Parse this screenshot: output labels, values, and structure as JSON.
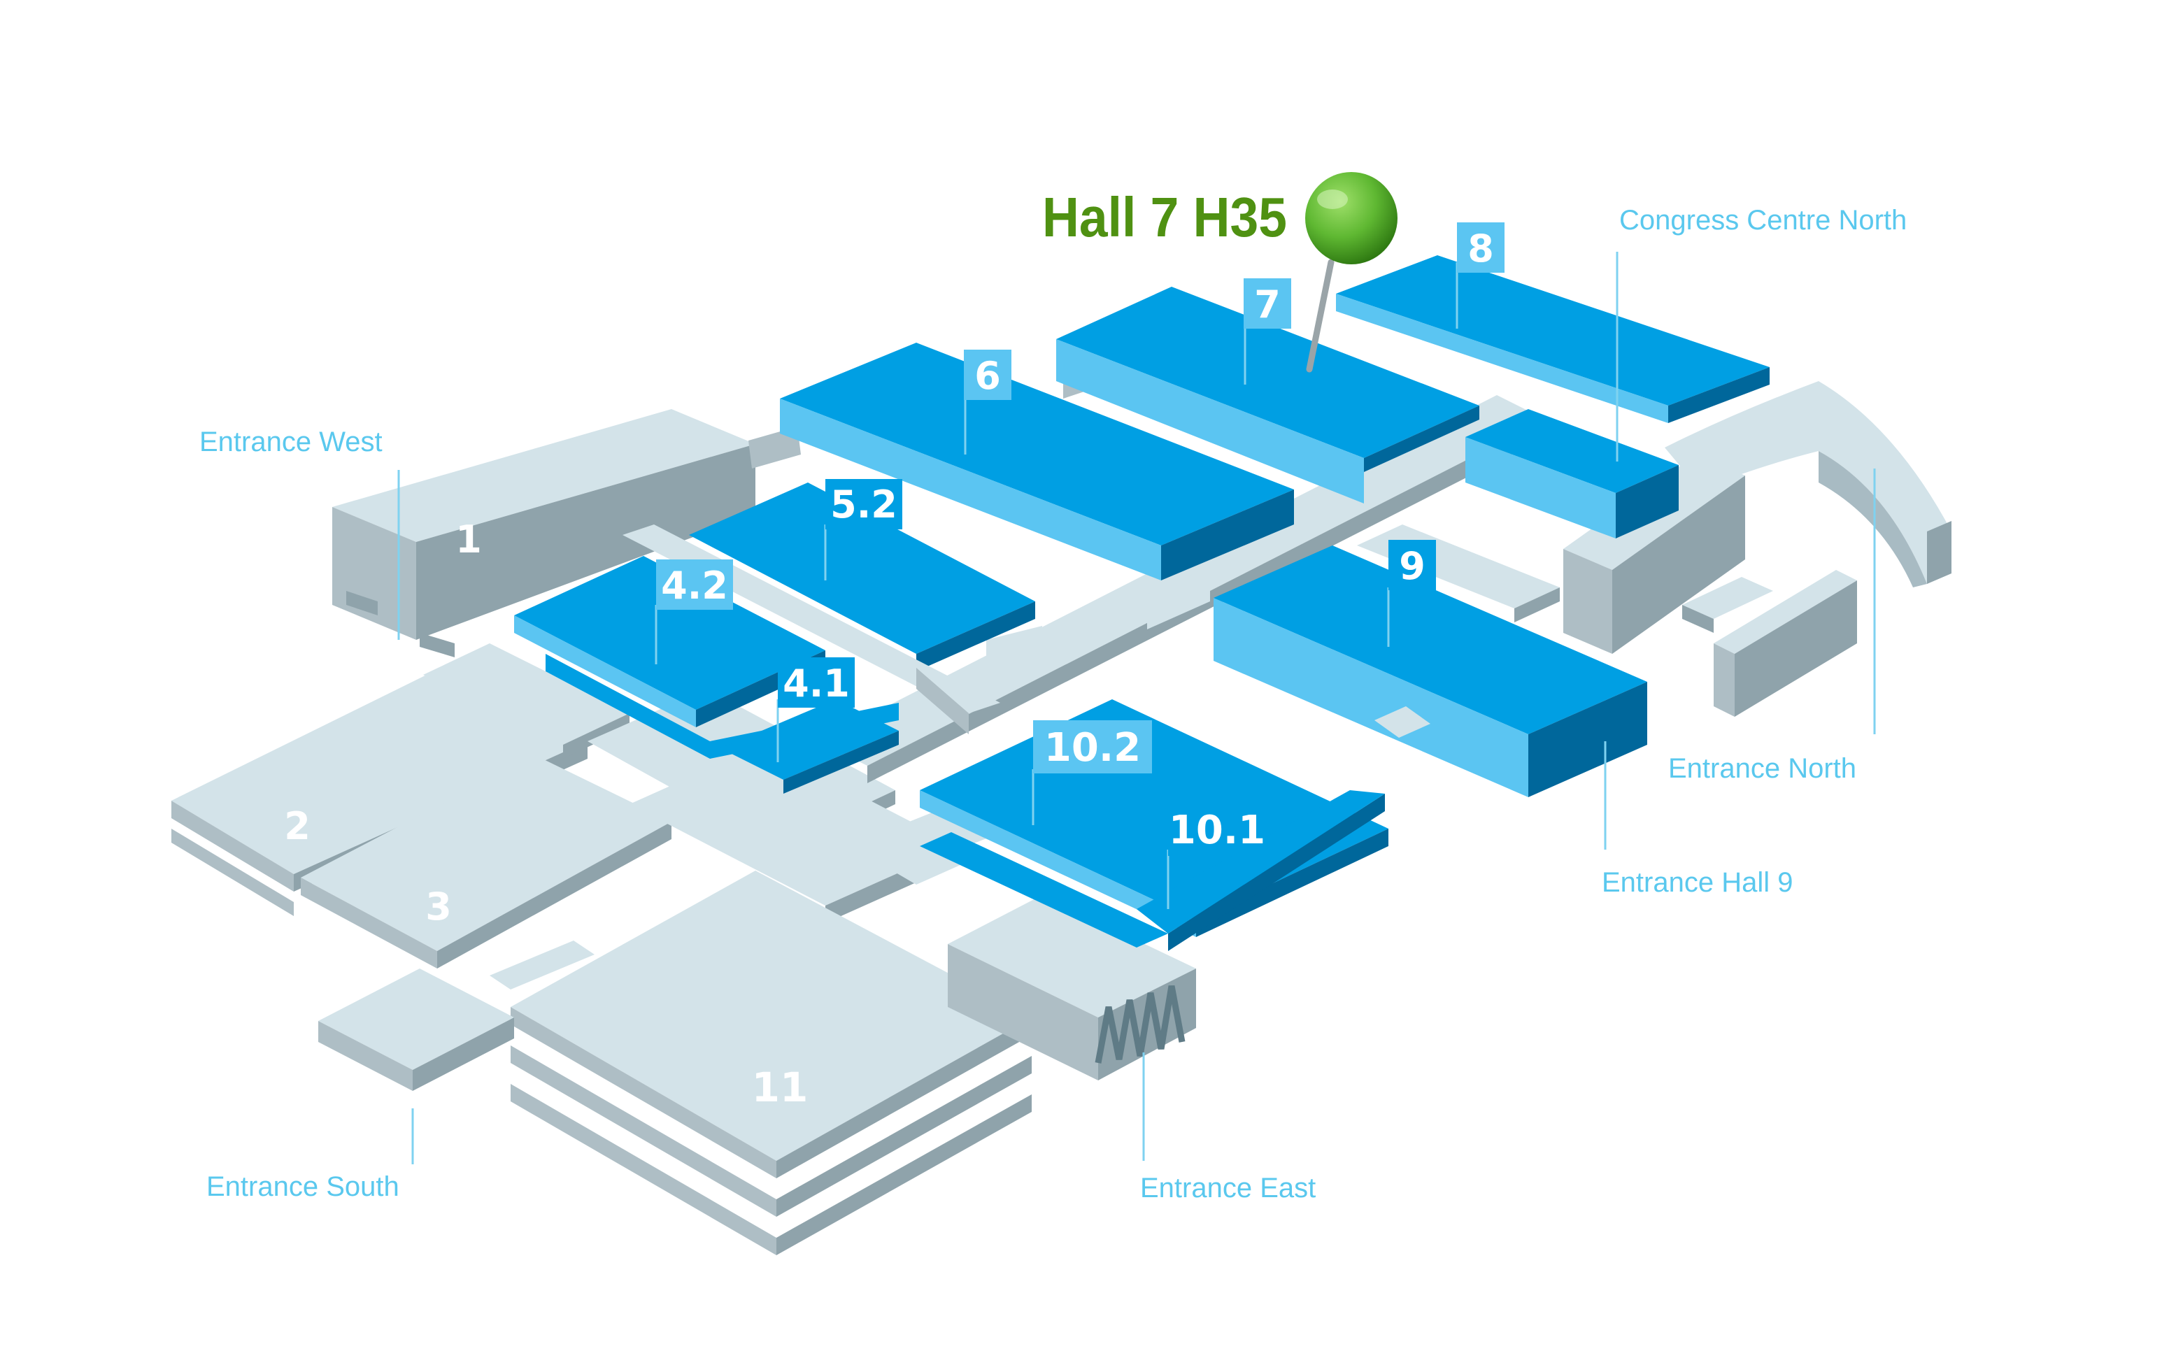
{
  "map": {
    "callout": "Hall 7 H35",
    "halls": {
      "h1": "1",
      "h2": "2",
      "h3": "3",
      "h4_1": "4.1",
      "h4_2": "4.2",
      "h5_2": "5.2",
      "h6": "6",
      "h7": "7",
      "h8": "8",
      "h9": "9",
      "h10_1": "10.1",
      "h10_2": "10.2",
      "h11": "11"
    },
    "entrances": {
      "west": "Entrance West",
      "south": "Entrance South",
      "east": "Entrance East",
      "hall9": "Entrance Hall 9",
      "north": "Entrance North",
      "congress_north": "Congress Centre North"
    },
    "colors": {
      "hall_blue_top": "#009fe3",
      "hall_blue_side": "#5bc5f2",
      "hall_blue_dark": "#00679b",
      "grey_top": "#d3e3e9",
      "grey_side": "#8fa3ab",
      "label_text": "#5ac8ee",
      "callout_green": "#4f9112",
      "pin_green": "#5fb832"
    }
  }
}
